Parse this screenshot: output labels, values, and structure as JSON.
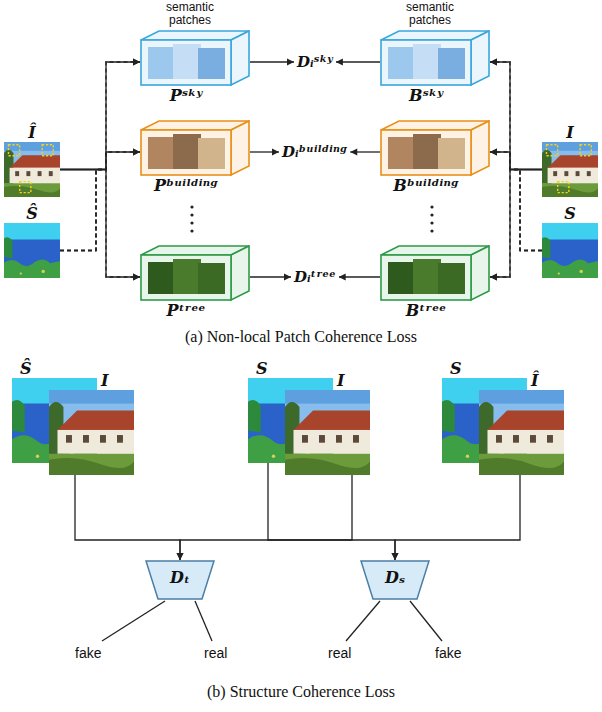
{
  "diagram": {
    "nodes": [
      {
        "text": [
          "Î"
        ]
      },
      {
        "text": [
          "Ŝ"
        ]
      },
      {
        "text": [
          "Pˢᵏʸ"
        ]
      },
      {
        "text": [
          "Pᵇᵘⁱˡᵈⁱⁿᵍ"
        ]
      },
      {
        "text": [
          "Pᵗʳᵉᵉ"
        ]
      },
      {
        "text": [
          "Dᵢˢᵏʸ"
        ]
      },
      {
        "text": [
          "Dᵢᵇᵘⁱˡᵈⁱⁿᵍ"
        ]
      },
      {
        "text": [
          "Dᵢᵗʳᵉᵉ"
        ]
      },
      {
        "text": [
          "Bˢᵏʸ"
        ]
      },
      {
        "text": [
          "Bᵇᵘⁱˡᵈⁱⁿᵍ"
        ]
      },
      {
        "text": [
          "Bᵗʳᵉᵉ"
        ]
      },
      {
        "text": [
          "I"
        ]
      },
      {
        "text": [
          "S"
        ]
      },
      {
        "text": [
          "Ŝ"
        ]
      },
      {
        "text": [
          "I"
        ]
      },
      {
        "text": [
          "S"
        ]
      },
      {
        "text": [
          "I"
        ]
      },
      {
        "text": [
          "S"
        ]
      },
      {
        "text": [
          "Î"
        ]
      },
      {
        "text": [
          "Dₜ"
        ]
      },
      {
        "text": [
          "Dₛ"
        ]
      }
    ],
    "edges": [
      {
        "from": 0,
        "to": 2,
        "arrow": "to"
      },
      {
        "from": 0,
        "to": 3,
        "arrow": "to"
      },
      {
        "from": 0,
        "to": 4,
        "arrow": "to"
      },
      {
        "from": 1,
        "to": 2,
        "arrow": "to"
      },
      {
        "from": 1,
        "to": 3,
        "arrow": "to"
      },
      {
        "from": 1,
        "to": 4,
        "arrow": "to"
      },
      {
        "from": 2,
        "to": 5,
        "arrow": "to"
      },
      {
        "from": 3,
        "to": 6,
        "arrow": "to"
      },
      {
        "from": 4,
        "to": 7,
        "arrow": "to"
      },
      {
        "from": 8,
        "to": 5,
        "arrow": "to"
      },
      {
        "from": 9,
        "to": 6,
        "arrow": "to"
      },
      {
        "from": 10,
        "to": 7,
        "arrow": "to"
      },
      {
        "from": 11,
        "to": 8,
        "arrow": "to"
      },
      {
        "from": 11,
        "to": 9,
        "arrow": "to"
      },
      {
        "from": 11,
        "to": 10,
        "arrow": "to"
      },
      {
        "from": 12,
        "to": 8,
        "arrow": "to"
      },
      {
        "from": 12,
        "to": 9,
        "arrow": "to"
      },
      {
        "from": 12,
        "to": 10,
        "arrow": "to"
      },
      {
        "from": 14,
        "to": 19,
        "arrow": "to"
      },
      {
        "from": 16,
        "to": 19,
        "arrow": "to"
      },
      {
        "from": 15,
        "to": 20,
        "arrow": "to"
      },
      {
        "from": 18,
        "to": 20,
        "arrow": "to"
      }
    ],
    "labels": [
      "semantic patches",
      "semantic patches",
      "(a) Non-local Patch Coherence Loss",
      "fake",
      "real",
      "real",
      "fake",
      "(b) Structure Coherence Loss"
    ]
  }
}
